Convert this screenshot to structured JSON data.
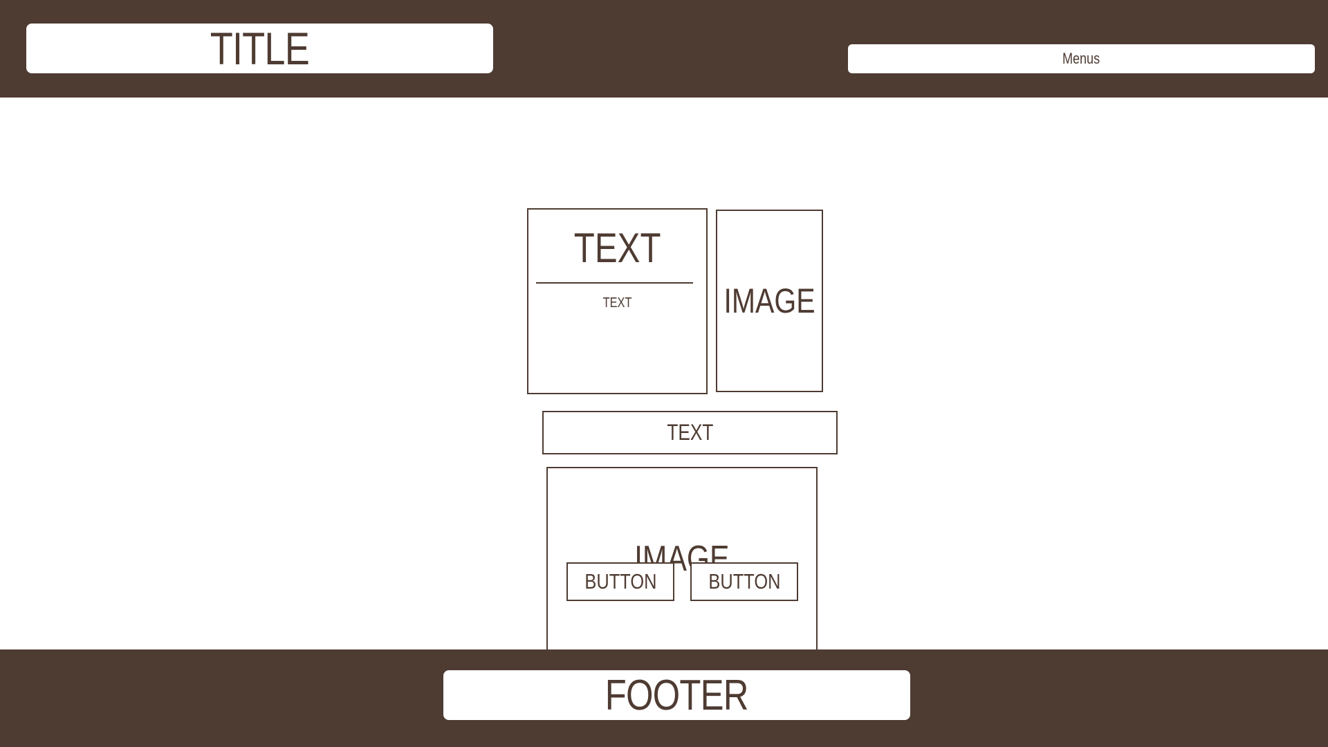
{
  "colors": {
    "brand": "#4e3b32",
    "panel": "#ffffff",
    "text": "#4e3b32"
  },
  "header": {
    "title": "TITLE",
    "menus_label": "Menus"
  },
  "main": {
    "text_card": {
      "heading": "TEXT",
      "body": "TEXT"
    },
    "image_small_label": "IMAGE",
    "text_bar_label": "TEXT",
    "image_large_label": "IMAGE",
    "buttons": [
      {
        "label": "BUTTON"
      },
      {
        "label": "BUTTON"
      }
    ]
  },
  "footer": {
    "label": "FOOTER"
  }
}
